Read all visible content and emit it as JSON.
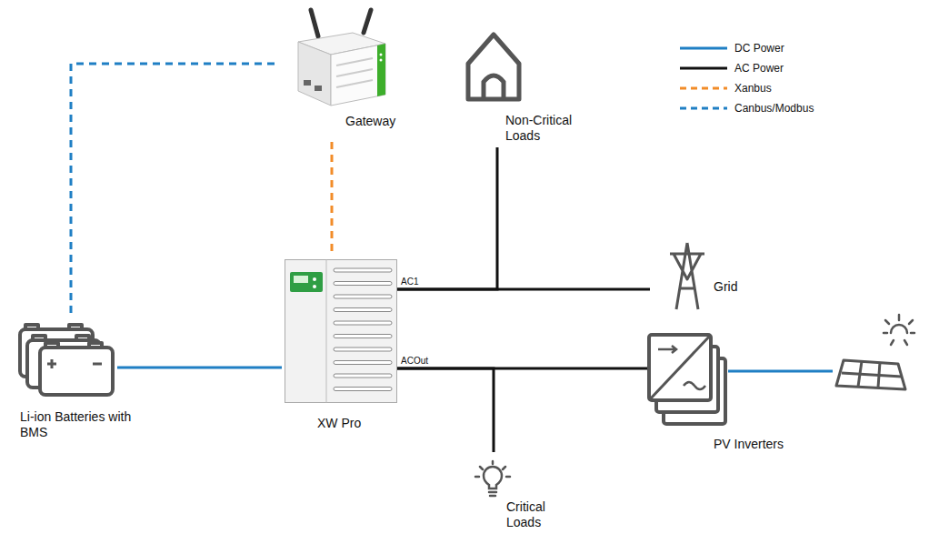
{
  "diagram": {
    "nodes": [
      {
        "text": [
          "Gateway"
        ]
      },
      {
        "text": [
          "Non-Critical Loads"
        ]
      },
      {
        "text": [
          "XW Pro"
        ]
      },
      {
        "text": [
          "Grid"
        ]
      },
      {
        "text": [
          "Li-ion Batteries with BMS"
        ]
      },
      {
        "text": [
          "PV Inverters"
        ]
      },
      {
        "text": [
          "Critical Loads"
        ]
      }
    ],
    "edges": [
      {
        "from": 0,
        "to": 2,
        "arrow": "none"
      },
      {
        "from": 0,
        "to": 4,
        "arrow": "none"
      },
      {
        "from": 4,
        "to": 2,
        "arrow": "none"
      },
      {
        "from": 2,
        "to": 3,
        "label": "AC1",
        "arrow": "none"
      },
      {
        "from": 2,
        "to": 1,
        "arrow": "none"
      },
      {
        "from": 2,
        "to": 5,
        "label": "ACOut",
        "arrow": "none"
      },
      {
        "from": 2,
        "to": 6,
        "arrow": "none"
      }
    ],
    "legend": [
      {
        "text": "DC Power"
      },
      {
        "text": "AC Power"
      },
      {
        "text": "Xanbus"
      },
      {
        "text": "Canbus/Modbus"
      }
    ]
  }
}
